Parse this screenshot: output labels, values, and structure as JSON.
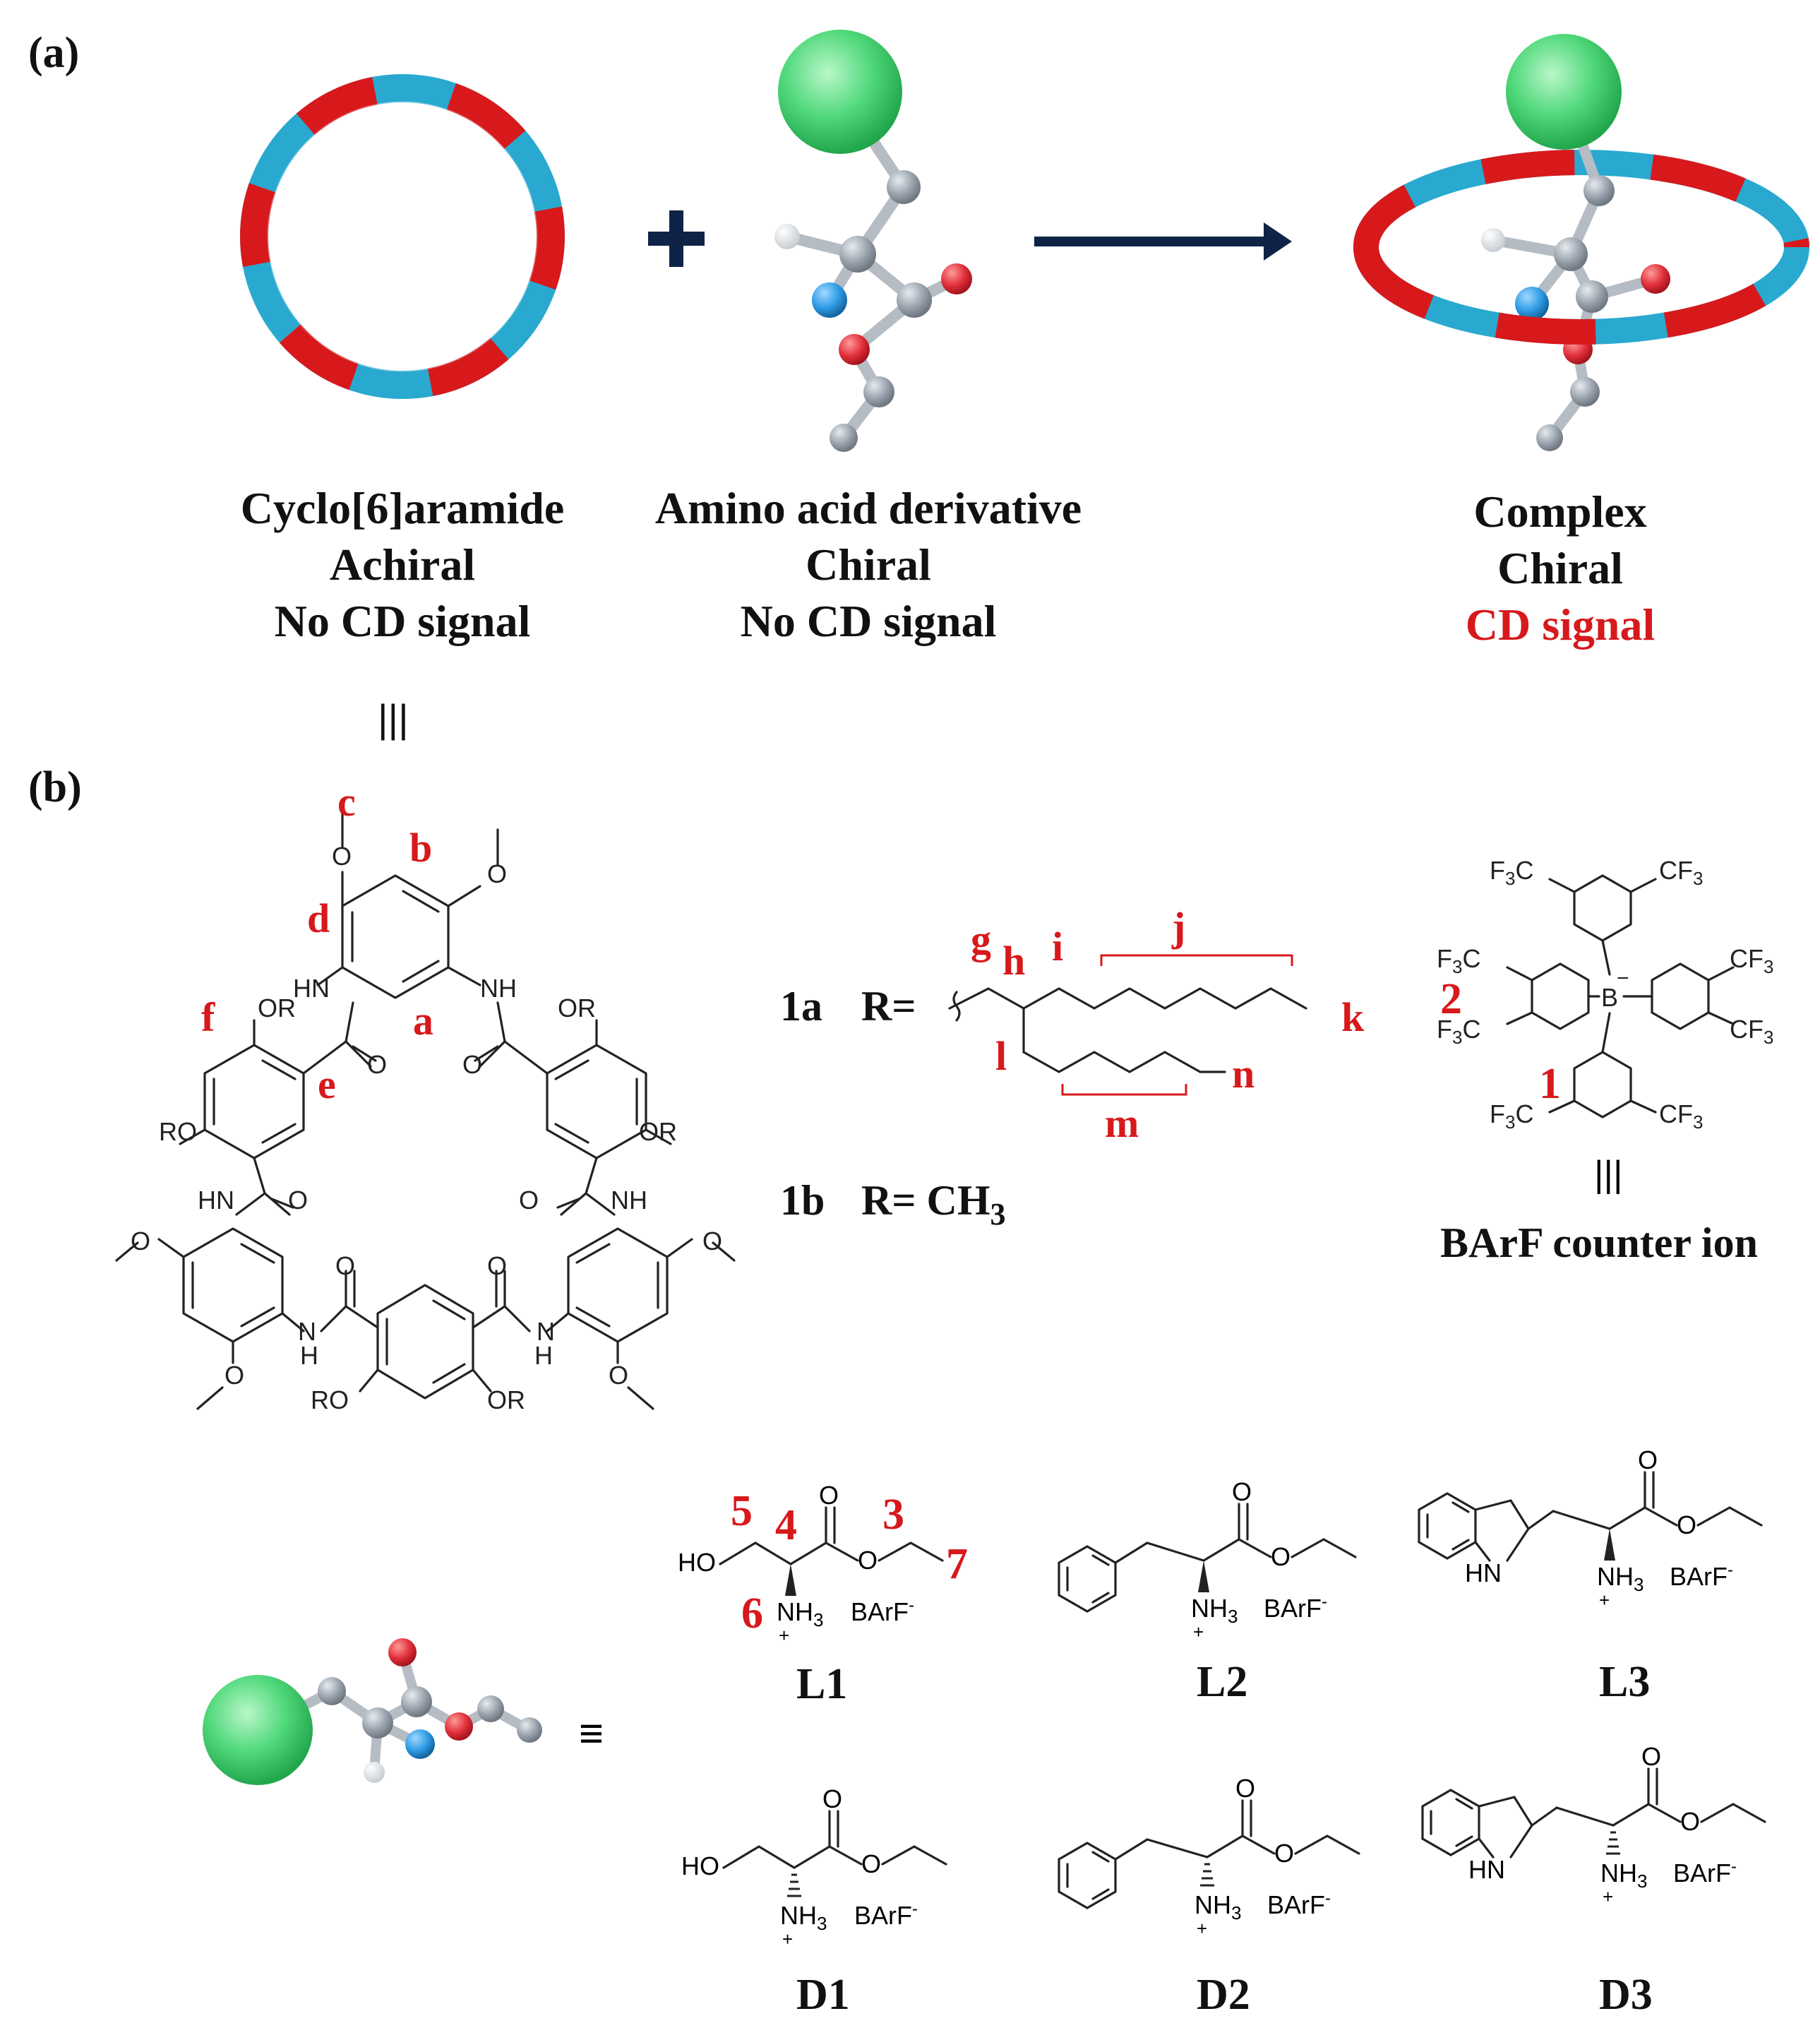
{
  "panel_a": {
    "label": "(a)",
    "ring_caption": [
      "Cyclo[6]aramide",
      "Achiral",
      "No CD signal"
    ],
    "guest_caption": [
      "Amino acid derivative",
      "Chiral",
      "No CD signal"
    ],
    "complex_caption": [
      "Complex",
      "Chiral",
      "CD signal"
    ],
    "equiv_symbol": "|||"
  },
  "panel_b": {
    "label": "(b)",
    "macrocycle": {
      "proton_labels": [
        "a",
        "b",
        "c",
        "d",
        "e",
        "f"
      ],
      "groups": {
        "or": "OR",
        "ro": "RO",
        "hn": "HN",
        "nh": "NH",
        "o": "O",
        "h": "H"
      }
    },
    "r_groups": {
      "compound_1a": "1a",
      "compound_1b": "1b",
      "r_eq": "R=",
      "r_eq_ch3_prefix": "R= CH",
      "ch3_sub": "3",
      "chain_labels": [
        "g",
        "h",
        "i",
        "j",
        "k",
        "l",
        "m",
        "n"
      ]
    },
    "barf": {
      "cf3": "CF",
      "f3c": "F",
      "sub3": "3",
      "c": "C",
      "boron": "B",
      "charge": "−",
      "labels": [
        "1",
        "2"
      ],
      "equiv_symbol": "|||",
      "caption": "BArF counter ion"
    },
    "guest_equiv_symbol": "≡",
    "amino_acids": {
      "nh3": "NH",
      "sub3": "3",
      "plus": "+",
      "barf": "BArF",
      "minus": "-",
      "ho": "HO",
      "hn": "HN",
      "o": "O",
      "l1_labels": [
        "3",
        "4",
        "5",
        "6",
        "7"
      ],
      "names": [
        "L1",
        "L2",
        "L3",
        "D1",
        "D2",
        "D3"
      ]
    }
  },
  "colors": {
    "ring_red": "#d7191c",
    "ring_blue": "#29a9cf",
    "guest_green": "#4fd87a",
    "atom_gray": "#9aa3ad",
    "atom_blue": "#2f9be5",
    "atom_red": "#e0303a",
    "label_red": "#d7191c",
    "arrow": "#0f2347"
  }
}
